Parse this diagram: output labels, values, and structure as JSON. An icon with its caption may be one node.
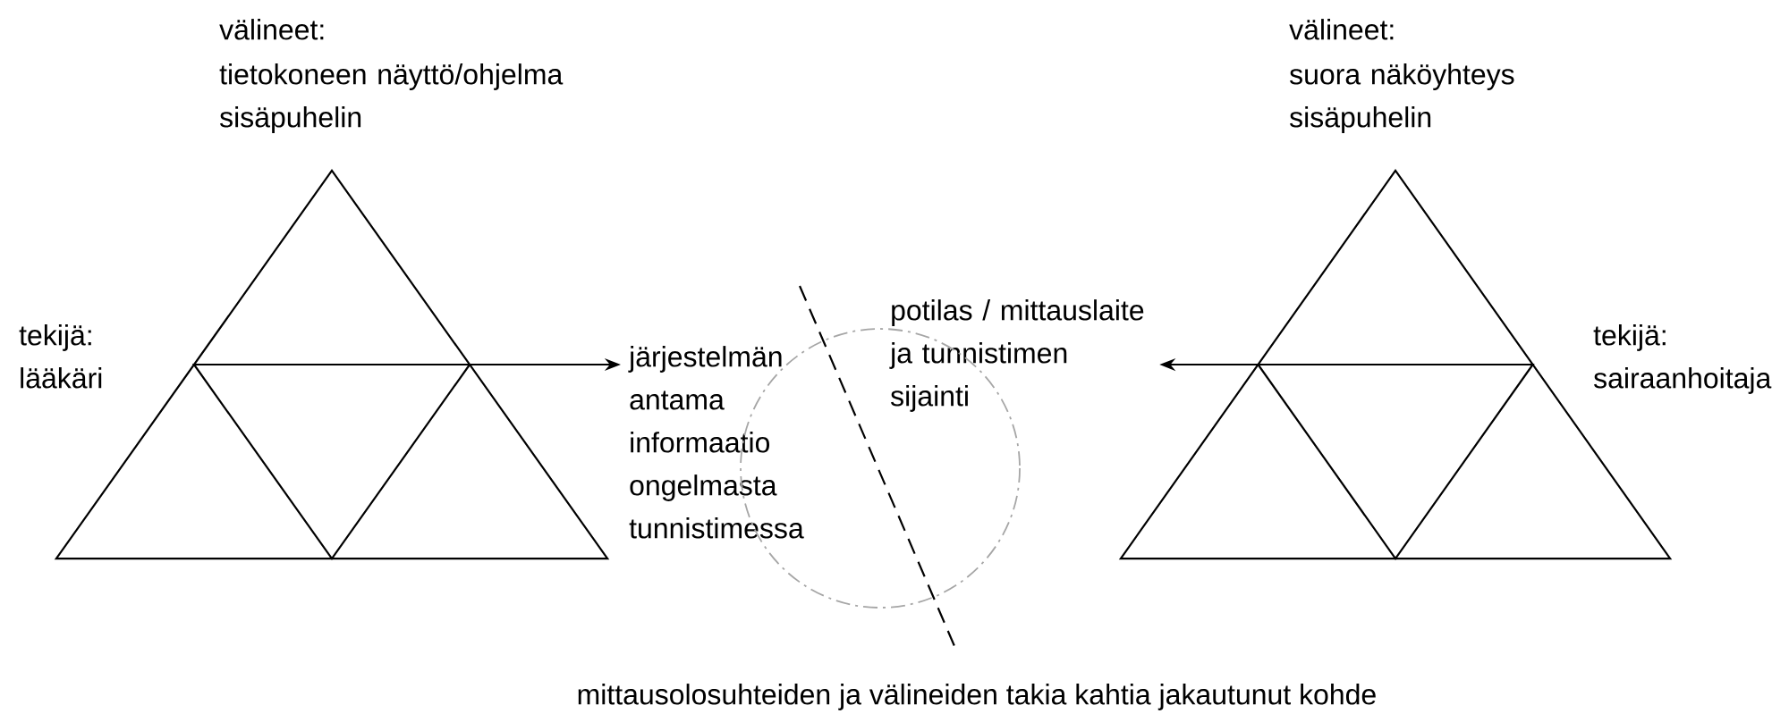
{
  "diagram": {
    "caption": "mittausolosuhteiden ja välineiden takia kahtia jakautunut kohde",
    "nodes": [
      {
        "text": [],
        "shape": "triangle",
        "beside": [
          "välineet:",
          "tietokoneen näyttö/ohjelma sisäpuhelin",
          "tekijä:",
          "lääkäri"
        ]
      },
      {
        "text": [
          "järjestelmän antama informaatio ongelmasta tunnistimessa"
        ]
      },
      {
        "text": [
          "potilas / mittauslaite ja tunnistimen sijainti"
        ]
      },
      {
        "text": [],
        "shape": "triangle",
        "beside": [
          "välineet:",
          "suora näköyhteys sisäpuhelin",
          "tekijä:",
          "sairaanhoitaja"
        ]
      },
      {
        "text": [],
        "shape": "circle"
      }
    ],
    "edges": [
      {
        "from": 0,
        "to": 1,
        "arrow": "to"
      },
      {
        "from": 3,
        "to": 2,
        "arrow": "to"
      }
    ]
  }
}
